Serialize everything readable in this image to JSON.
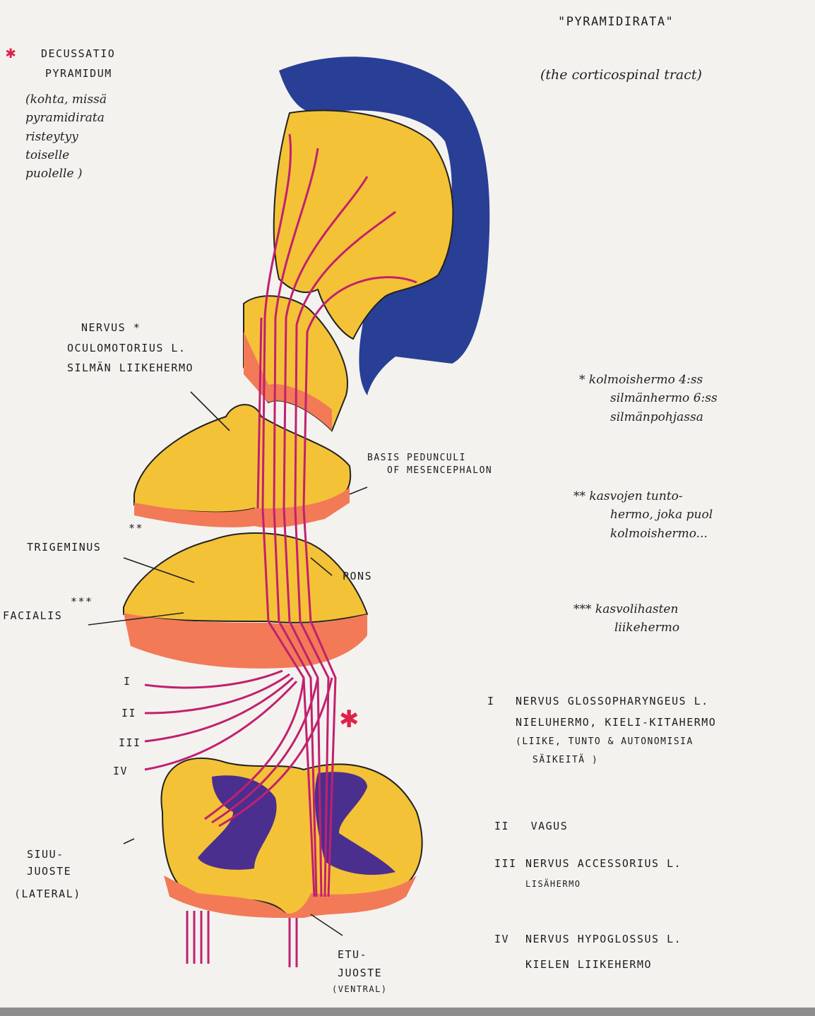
{
  "title": "\"PYRAMIDIRATA\"",
  "subtitle": "(the corticospinal tract)",
  "decussatio": {
    "marker": "✱",
    "line1": "DECUSSATIO",
    "line2": "PYRAMIDUM",
    "note": [
      "(kohta, missä",
      "pyramidirata",
      "risteytyy",
      "toiselle",
      "puolelle )"
    ]
  },
  "labels": {
    "oculomotorius": [
      "NERVUS  *",
      "OCULOMOTORIUS L.",
      "SILMÄN LIIKEHERMO"
    ],
    "basis": [
      "BASIS PEDUNCULI",
      "OF MESENCEPHALON"
    ],
    "trigeminus": "TRIGEMINUS",
    "trigeminus_mark": "**",
    "pons": "PONS",
    "facialis": "FACIALIS",
    "facialis_mark": "***",
    "lateral": [
      "SIUU-",
      "JUOSTE",
      "(LATERAL)"
    ],
    "ventral": [
      "ETU-",
      "JUOSTE",
      "(VENTRAL)"
    ],
    "roman": [
      "I",
      "II",
      "III",
      "IV"
    ]
  },
  "notes": {
    "n1": [
      "*  kolmoishermo 4:ss",
      "silmänhermo 6:ss",
      "silmänpohjassa"
    ],
    "n2": [
      "**  kasvojen tunto-",
      "hermo, joka puol",
      "kolmoishermo..."
    ],
    "n3": [
      "***  kasvolihasten",
      "liikehermo"
    ]
  },
  "legend": [
    {
      "num": "I",
      "lines": [
        "NERVUS GLOSSOPHARYNGEUS L.",
        "NIELUHERMO, KIELI-KITAHERMO",
        "(LIIKE, TUNTO & AUTONOMISIA",
        "SÄIKEITÄ )"
      ]
    },
    {
      "num": "II",
      "lines": [
        "VAGUS"
      ]
    },
    {
      "num": "III",
      "lines": [
        "NERVUS ACCESSORIUS L.",
        "LISÄHERMO"
      ]
    },
    {
      "num": "IV",
      "lines": [
        "NERVUS HYPOGLOSSUS L.",
        "KIELEN LIIKEHERMO"
      ]
    }
  ],
  "colors": {
    "cortex": "#283f95",
    "tissue": "#f4c236",
    "side": "#f27a57",
    "tract": "#c2206f",
    "greymatter": "#4a2f8e",
    "star": "#e0214a"
  }
}
